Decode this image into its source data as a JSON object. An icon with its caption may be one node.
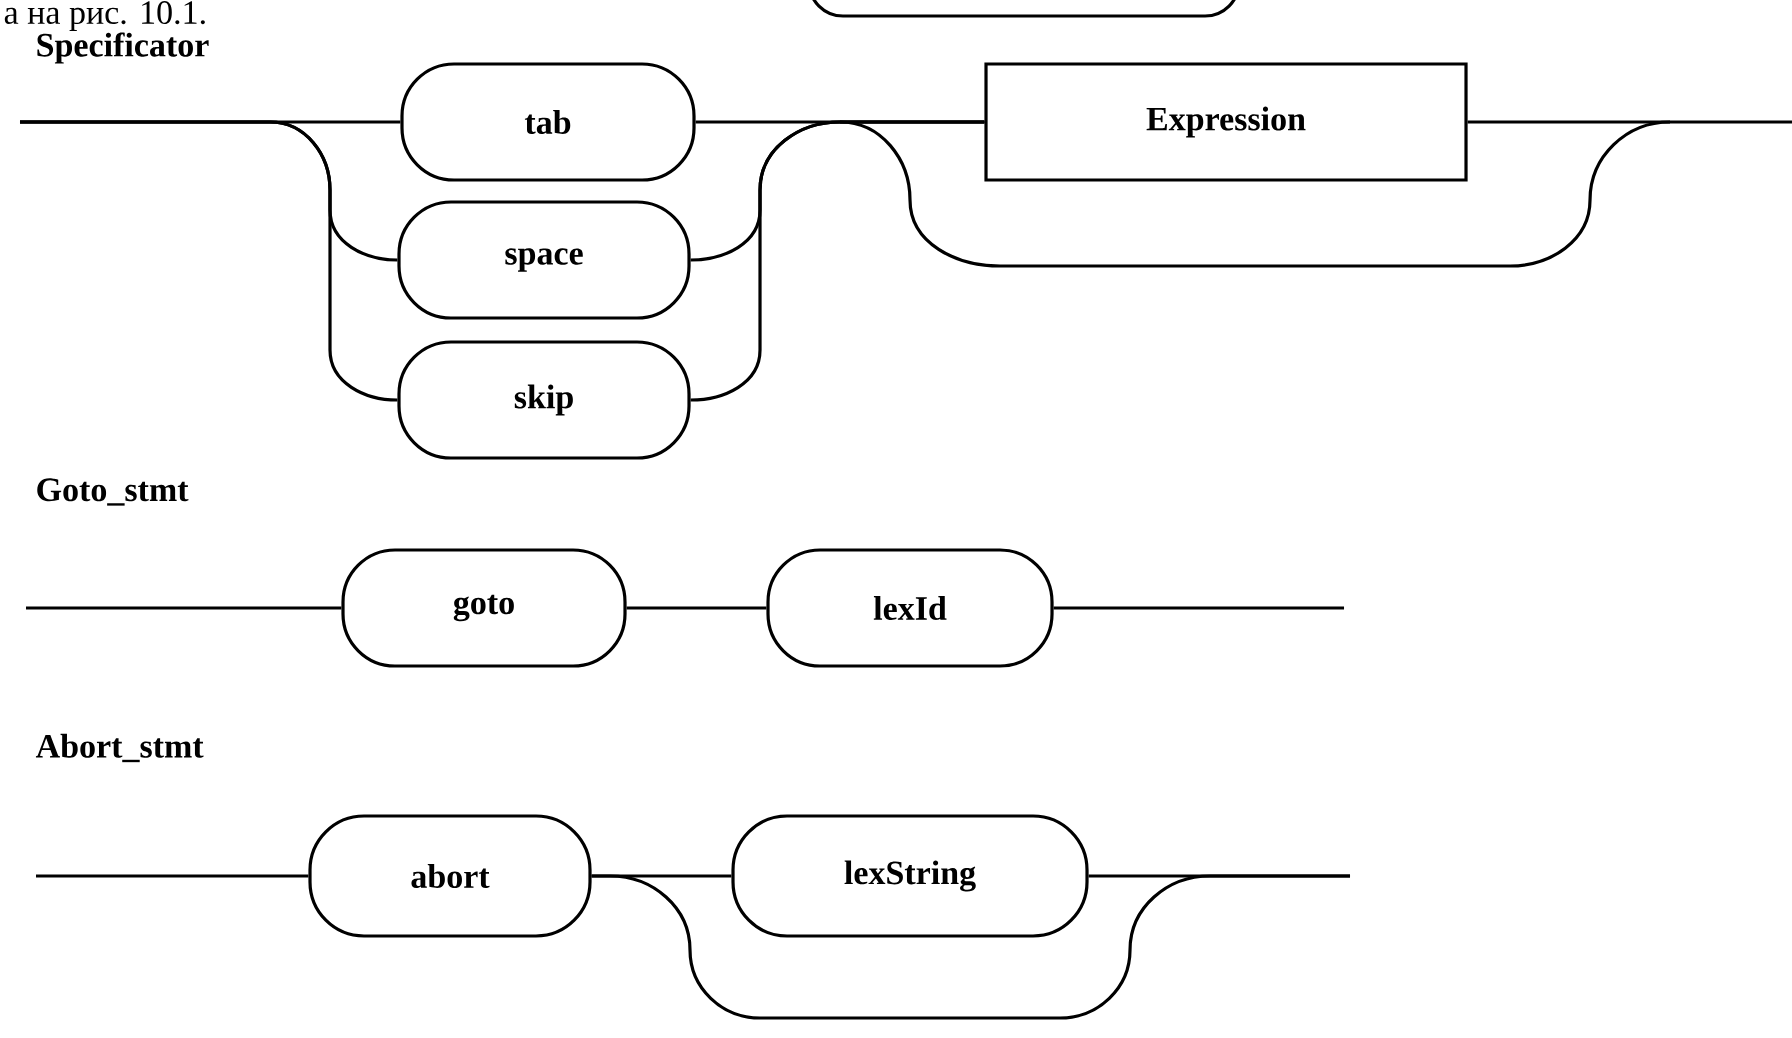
{
  "diagram": {
    "nodes": [
      {
        "text": [],
        "shape": "box"
      },
      {
        "text": [
          "tab"
        ]
      },
      {
        "text": [
          "space"
        ]
      },
      {
        "text": [
          "skip"
        ]
      },
      {
        "text": [
          "Expression"
        ]
      },
      {
        "text": [
          "goto"
        ]
      },
      {
        "text": [
          "lexId"
        ]
      },
      {
        "text": [
          "abort"
        ]
      },
      {
        "text": [
          "lexString"
        ]
      }
    ],
    "edges": [
      {
        "from": null,
        "to": 1,
        "arrow": "none"
      },
      {
        "from": null,
        "to": 2,
        "arrow": "none"
      },
      {
        "from": null,
        "to": 3,
        "arrow": "none"
      },
      {
        "from": 1,
        "to": 4,
        "arrow": "none"
      },
      {
        "from": 2,
        "to": 4,
        "arrow": "none"
      },
      {
        "from": 3,
        "to": 4,
        "arrow": "none"
      },
      {
        "from": 4,
        "to": null,
        "arrow": "none"
      },
      {
        "from": null,
        "to": 5,
        "arrow": "none"
      },
      {
        "from": 5,
        "to": 6,
        "arrow": "none"
      },
      {
        "from": 6,
        "to": null,
        "arrow": "none"
      },
      {
        "from": null,
        "to": 7,
        "arrow": "none"
      },
      {
        "from": 7,
        "to": 8,
        "arrow": "none"
      },
      {
        "from": 8,
        "to": null,
        "arrow": "none"
      },
      {
        "from": 7,
        "to": null,
        "arrow": "none"
      }
    ],
    "labels": [
      "а на рис. 10.1.",
      "Specificator",
      "Goto_stmt",
      "Abort_stmt"
    ]
  }
}
